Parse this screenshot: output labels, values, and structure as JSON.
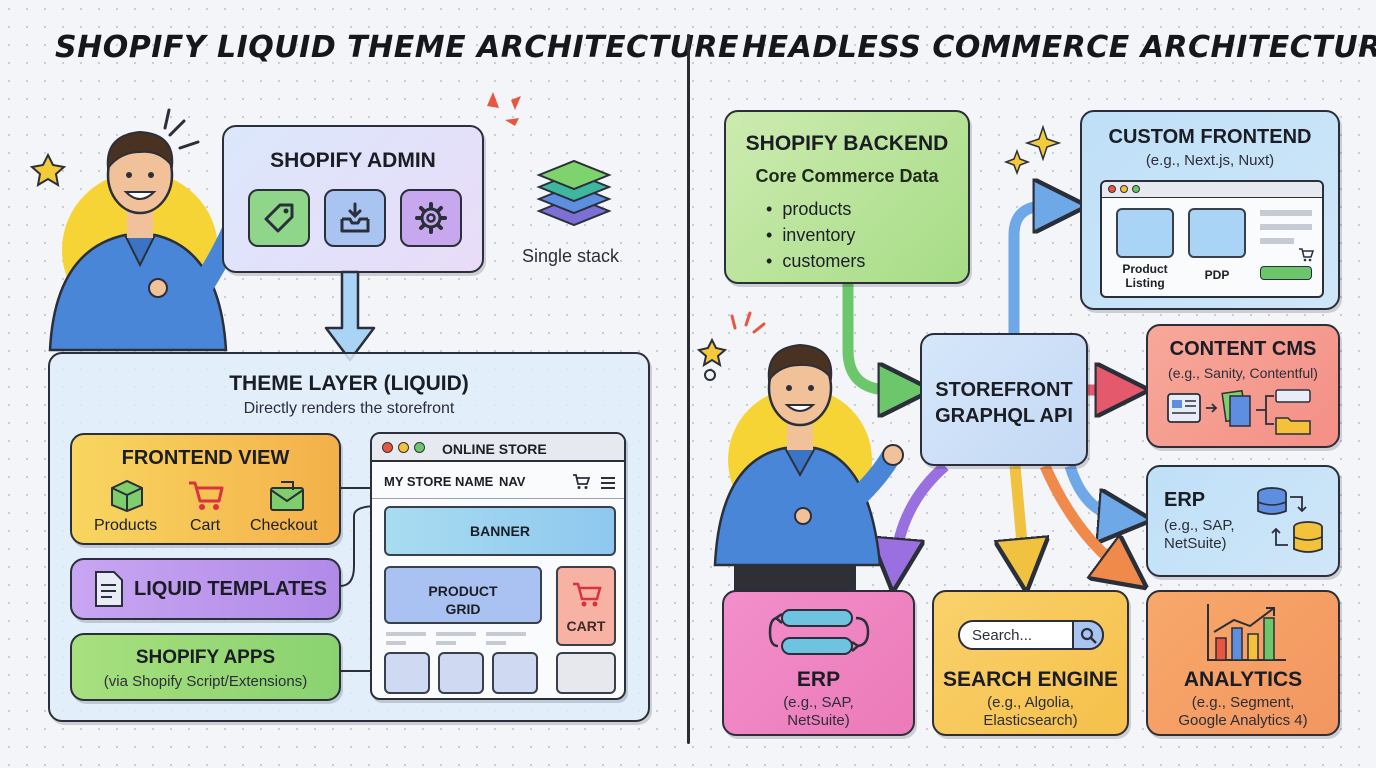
{
  "left": {
    "title": "SHOPIFY LIQUID THEME ARCHITECTURE",
    "admin": {
      "title": "SHOPIFY ADMIN",
      "icons": [
        "tag-icon",
        "inbox-download-icon",
        "gear-icon"
      ]
    },
    "single_stack_label": "Single stack",
    "theme_layer": {
      "title": "THEME LAYER (LIQUID)",
      "subtitle": "Directly renders the storefront"
    },
    "frontend_view": {
      "title": "FRONTEND VIEW",
      "items": [
        {
          "label": "Products",
          "icon": "box-icon"
        },
        {
          "label": "Cart",
          "icon": "cart-icon"
        },
        {
          "label": "Checkout",
          "icon": "envelope-icon"
        }
      ]
    },
    "liquid_templates": "LIQUID TEMPLATES",
    "shopify_apps": {
      "title": "SHOPIFY APPS",
      "subtitle": "(via Shopify Script/Extensions)"
    },
    "online_store": {
      "window_title": "ONLINE STORE",
      "store_name": "MY STORE NAME",
      "nav": "NAV",
      "banner": "BANNER",
      "product_grid_line1": "PRODUCT",
      "product_grid_line2": "GRID",
      "cart": "CART"
    }
  },
  "right": {
    "title": "HEADLESS COMMERCE ARCHITECTURE",
    "backend": {
      "title": "SHOPIFY BACKEND",
      "subtitle": "Core Commerce Data",
      "items": [
        "products",
        "inventory",
        "customers"
      ]
    },
    "api": {
      "line1": "STOREFRONT",
      "line2": "GRAPHQL API"
    },
    "custom_frontend": {
      "title": "CUSTOM FRONTEND",
      "subtitle": "(e.g., Next.js, Nuxt)",
      "card1_line1": "Product",
      "card1_line2": "Listing",
      "card2": "PDP"
    },
    "content_cms": {
      "title": "CONTENT CMS",
      "subtitle": "(e.g., Sanity, Contentful)"
    },
    "erp_side": {
      "title": "ERP",
      "sub1": "(e.g., SAP,",
      "sub2": "NetSuite)"
    },
    "erp_bottom": {
      "title": "ERP",
      "sub1": "(e.g., SAP,",
      "sub2": "NetSuite)"
    },
    "search": {
      "title": "SEARCH ENGINE",
      "placeholder": "Search...",
      "sub1": "(e.g., Algolia,",
      "sub2": "Elasticsearch)"
    },
    "analytics": {
      "title": "ANALYTICS",
      "sub1": "(e.g., Segment,",
      "sub2": "Google Analytics 4)"
    }
  },
  "colors": {
    "arrow_blue": "#6ea8e6",
    "arrow_green": "#6cc76a",
    "arrow_red": "#e45a6c",
    "arrow_purple": "#9a6fe0",
    "arrow_yellow": "#f0c240",
    "arrow_orange": "#f08a4a"
  }
}
